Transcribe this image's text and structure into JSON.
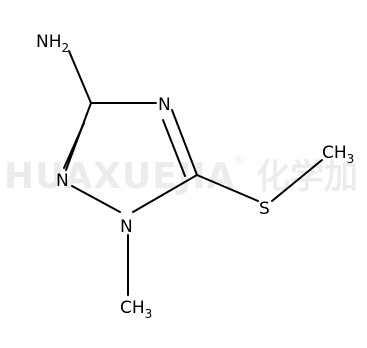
{
  "watermark": {
    "latin": "HUAXUEJIA",
    "registered": "®",
    "cjk": "化学加"
  },
  "atoms": {
    "nh2": {
      "main": "NH",
      "sub": "2"
    },
    "n4": "N",
    "n2": "N",
    "n1": "N",
    "s": "S",
    "ch3_s": {
      "main": "CH",
      "sub": "3"
    },
    "ch3_n": {
      "main": "CH",
      "sub": "3"
    }
  }
}
